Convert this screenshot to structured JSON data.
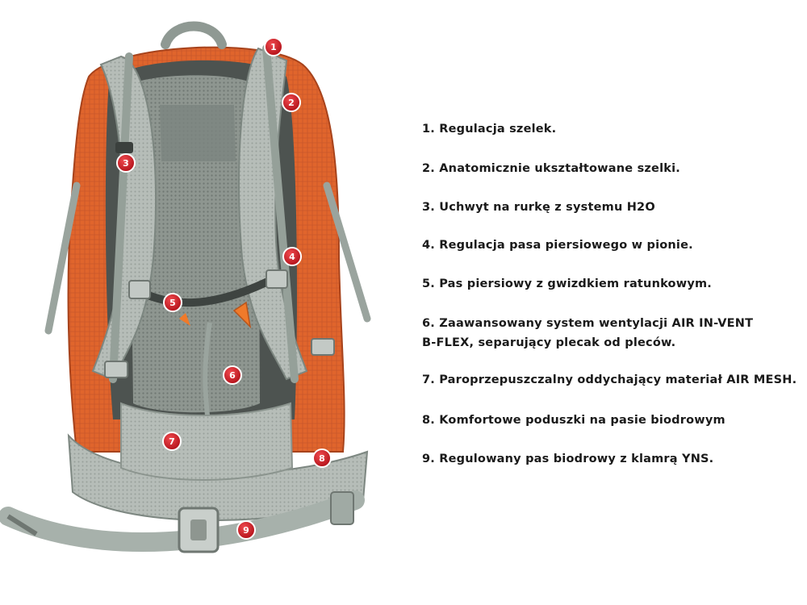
{
  "features": [
    {
      "marker": "1",
      "lines": [
        "1. Regulacja szelek."
      ]
    },
    {
      "marker": "2",
      "lines": [
        "2. Anatomicznie ukształtowane szelki."
      ]
    },
    {
      "marker": "3",
      "lines": [
        "3. Uchwyt na rurkę z systemu H2O"
      ]
    },
    {
      "marker": "4",
      "lines": [
        "4. Regulacja pasa piersiowego w pionie."
      ]
    },
    {
      "marker": "5",
      "lines": [
        "5. Pas piersiowy z gwizdkiem ratunkowym."
      ]
    },
    {
      "marker": "6",
      "lines": [
        "6. Zaawansowany system wentylacji AIR IN-VENT",
        "B-FLEX, separujący plecak od pleców."
      ]
    },
    {
      "marker": "7",
      "lines": [
        "7. Paroprzepuszczalny oddychający materiał AIR MESH."
      ]
    },
    {
      "marker": "8",
      "lines": [
        "8. Komfortowe poduszki na pasie biodrowym"
      ]
    },
    {
      "marker": "9",
      "lines": [
        "9. Regulowany pas biodrowy z klamrą YNS."
      ]
    }
  ],
  "colors": {
    "body_orange": "#e0652c",
    "body_orange_dark": "#b84c1f",
    "strap_gray": "#a7b1ab",
    "strap_gray_dark": "#7d8781",
    "mesh_gray": "#8e9690",
    "panel_dark": "#4d5350",
    "marker_red": "#d71920",
    "text": "#1a1a1a"
  }
}
